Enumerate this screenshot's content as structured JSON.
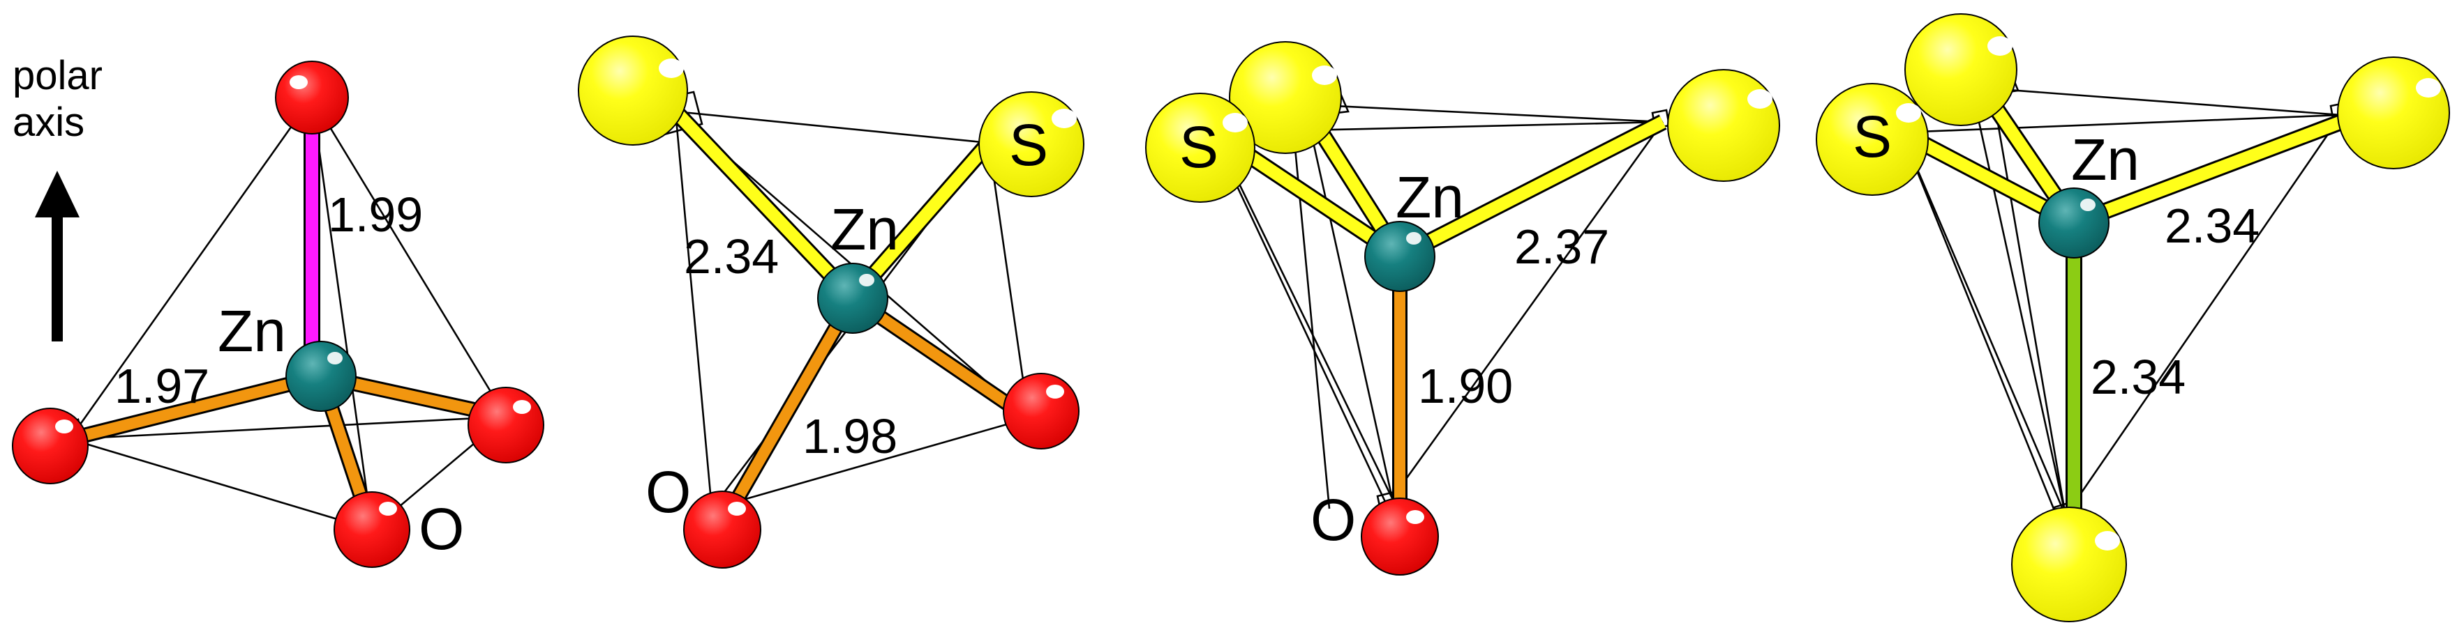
{
  "axis": {
    "line1": "polar",
    "line2": "axis"
  },
  "colors": {
    "oxygen": "#ff1a1a",
    "sulfur": "#ffff1a",
    "zinc": "#168080",
    "bond_orange": "#f2960f",
    "bond_yellow": "#ffff1a",
    "bond_magenta": "#ff1aff",
    "bond_green": "#8ccc14"
  },
  "panels": [
    {
      "zn_label": "Zn",
      "o_label": "O",
      "bond_labels": [
        "1.99",
        "1.97"
      ]
    },
    {
      "zn_label": "Zn",
      "s_label": "S",
      "o_label": "O",
      "bond_labels": [
        "2.34",
        "1.98"
      ]
    },
    {
      "zn_label": "Zn",
      "s_label": "S",
      "o_label": "O",
      "bond_labels": [
        "2.37",
        "1.90"
      ]
    },
    {
      "zn_label": "Zn",
      "s_label": "S",
      "bond_labels": [
        "2.34",
        "2.34"
      ]
    }
  ]
}
